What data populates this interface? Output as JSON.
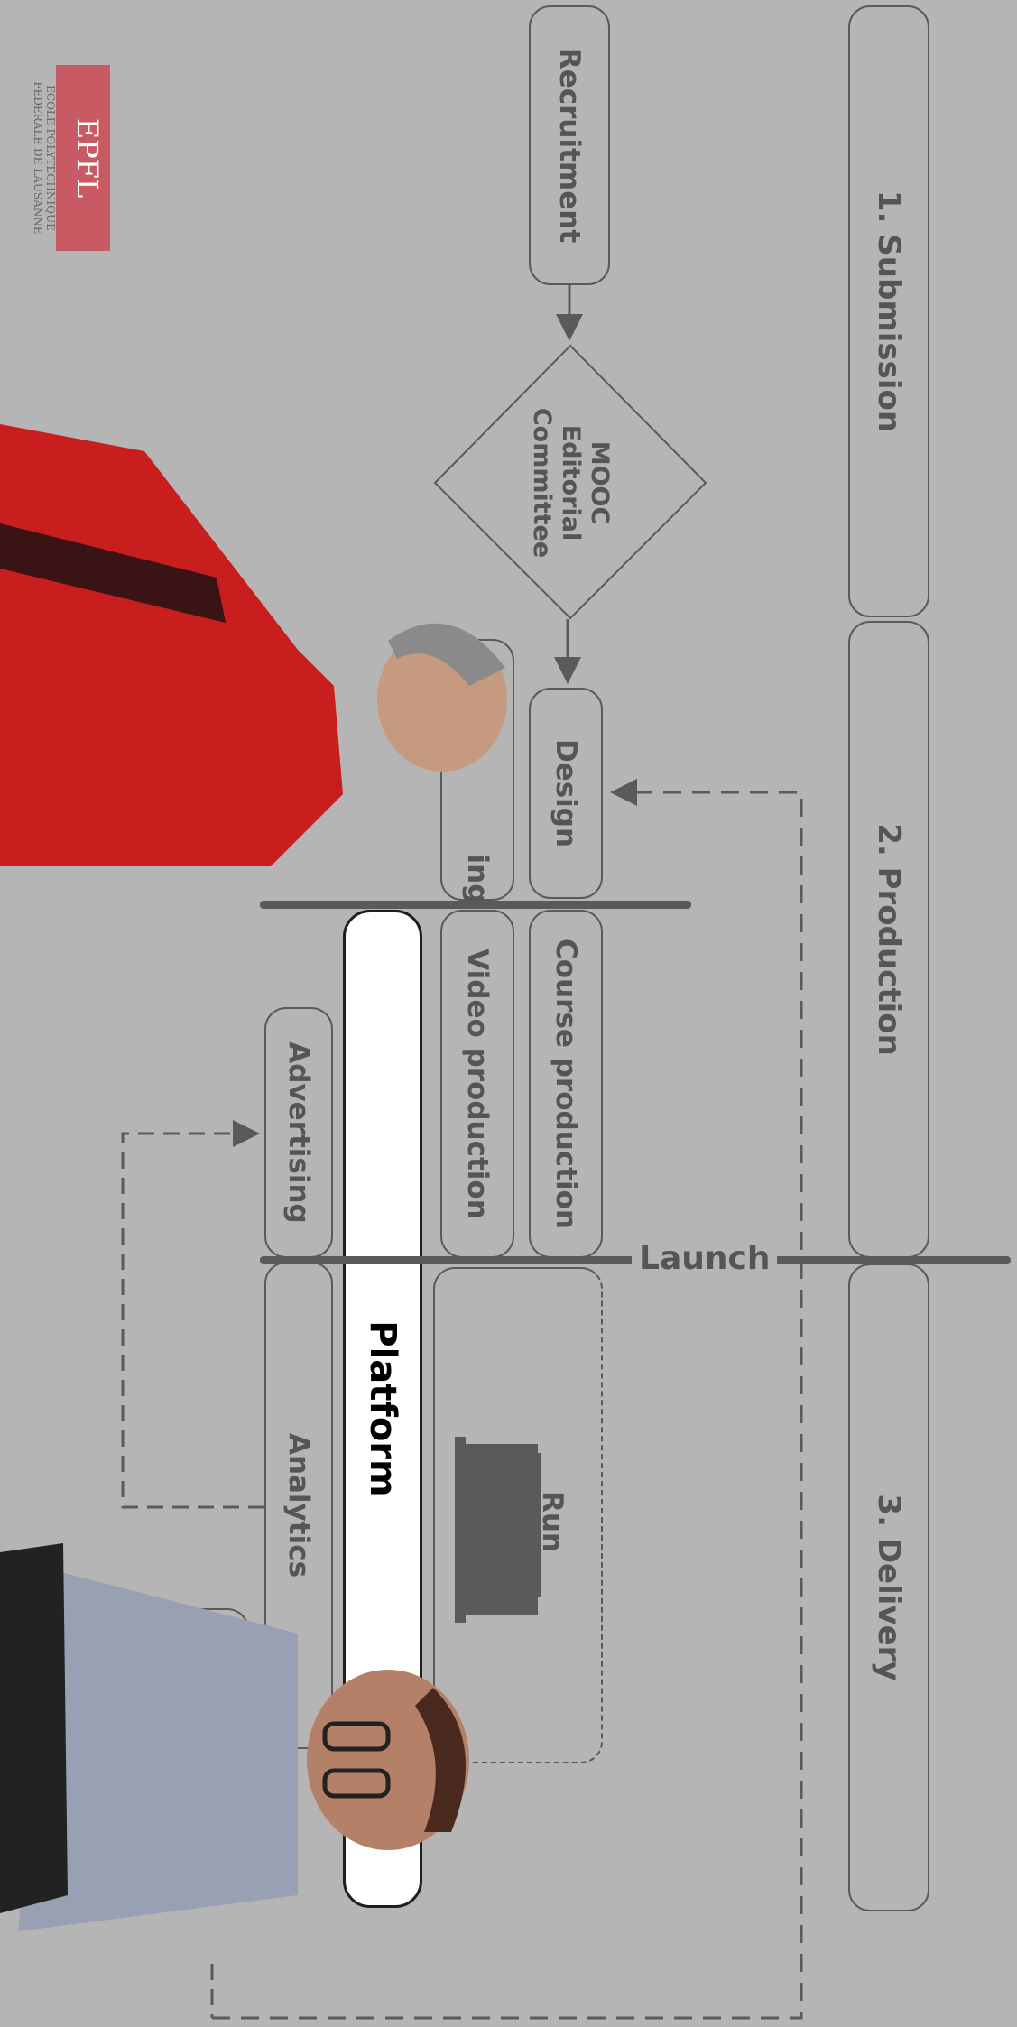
{
  "phases": [
    {
      "id": "submission",
      "label": "1. Submission"
    },
    {
      "id": "production",
      "label": "2. Production"
    },
    {
      "id": "delivery",
      "label": "3. Delivery"
    }
  ],
  "steps": {
    "recruitment": "Recruitment",
    "committee": [
      "MOOC",
      "Editorial",
      "Committee"
    ],
    "design": "Design",
    "partial": "ing",
    "course_production": "Course production",
    "video_production": "Video production",
    "advertising": "Advertising",
    "analytics": "Analytics",
    "run": "Run"
  },
  "platform": "Platform",
  "milestone": "Launch",
  "logo": {
    "mark": "EPFL",
    "lines": [
      "ECOLE POLYTECHNIQUE",
      "FEDERALE DE LAUSANNE"
    ],
    "color": "#c85a63"
  },
  "colors": {
    "background": "#b5b5b5",
    "stroke": "#5a5a5a",
    "text": "#555555",
    "platform_fill": "#ffffff"
  }
}
